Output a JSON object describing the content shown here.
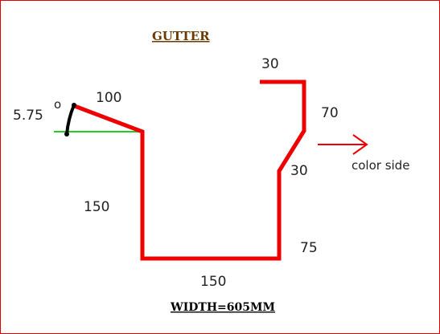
{
  "title": "GUTTER",
  "width_label": "WIDTH=605MM",
  "colors": {
    "profile": "#ee0000",
    "reference_line": "#22cc22",
    "angle_marker": "#000000",
    "title": "#6b3a00",
    "border": "#e00000"
  },
  "angle": {
    "value": "5.75",
    "degree_symbol": "o"
  },
  "dimensions": {
    "top_flange": "100",
    "left_wall": "150",
    "bottom": "150",
    "right_lower": "75",
    "right_slope": "30",
    "right_upper": "70",
    "top_lip": "30"
  },
  "annotation": {
    "text": "color side",
    "arrow": "right-arrow-icon"
  }
}
